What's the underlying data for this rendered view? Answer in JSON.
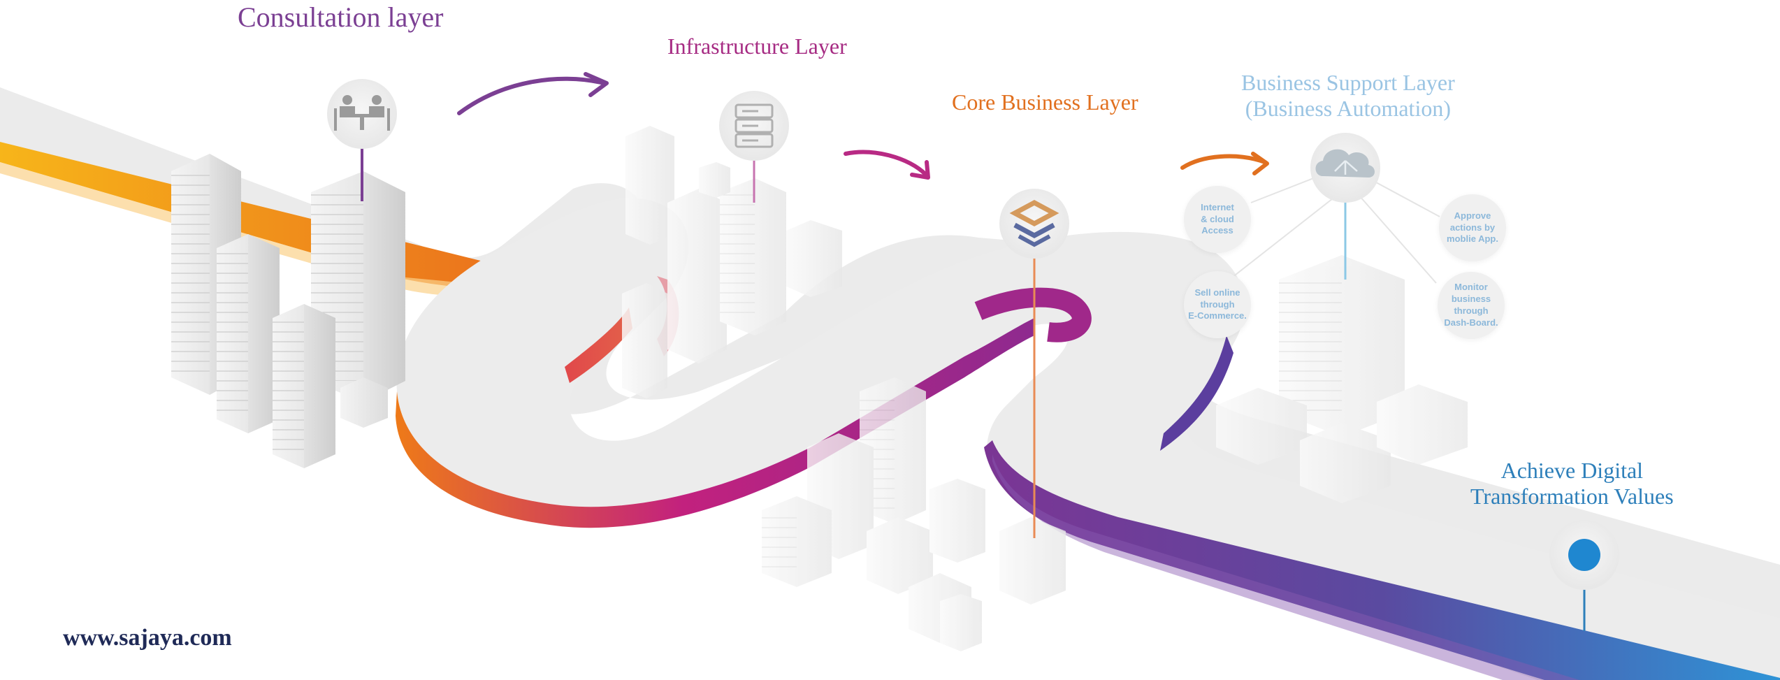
{
  "layers": {
    "consultation": "Consultation layer",
    "infrastructure": "Infrastructure Layer",
    "core": "Core Business Layer",
    "support_line1": "Business Support Layer",
    "support_line2": "(Business Automation)",
    "achieve_line1": "Achieve Digital",
    "achieve_line2": "Transformation Values"
  },
  "features": {
    "internet": [
      "Internet",
      "& cloud",
      "Access"
    ],
    "approve": [
      "Approve",
      "actions by",
      "moblie App."
    ],
    "sell": [
      "Sell online",
      "through",
      "E-Commerce."
    ],
    "monitor": [
      "Monitor",
      "business",
      "through",
      "Dash-Board."
    ]
  },
  "footer": {
    "url": "www.sajaya.com"
  },
  "colors": {
    "consultation": "#7b3f93",
    "infrastructure": "#a62b83",
    "core": "#e1701f",
    "support": "#9ac4e3",
    "achieve": "#2d7fba",
    "url": "#1f2a57",
    "road": "#ececec",
    "track_yellow": "#f7b51a",
    "track_orange": "#ea7a1c",
    "track_magenta": "#b3247f",
    "track_purple": "#6a3c98",
    "track_blue": "#2f8fd3"
  },
  "icons": {
    "consultation": "meeting-icon",
    "infrastructure": "server-icon",
    "core": "sajaya-logo-icon",
    "support": "cloud-network-icon",
    "achieve": "blue-dot-icon"
  }
}
